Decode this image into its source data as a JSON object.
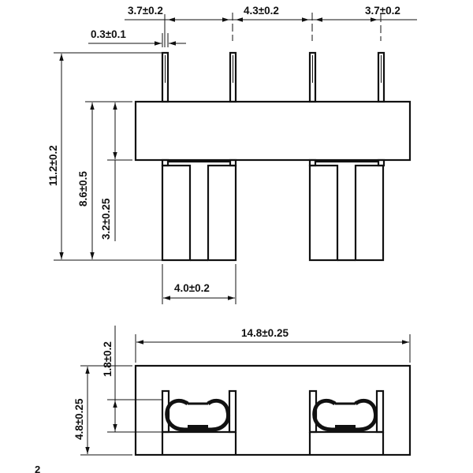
{
  "figure_label": "2",
  "top_view": {
    "dimensions": {
      "pitch_left": "3.7±0.2",
      "pitch_middle": "4.3±0.2",
      "pitch_right": "3.7±0.2",
      "pin_width": "0.3±0.1",
      "total_height": "11.2±0.2",
      "body_plus_leg_height": "8.6±0.5",
      "body_height": "3.2±0.25",
      "leg_pair_width": "4.0±0.2"
    }
  },
  "end_view": {
    "dimensions": {
      "total_width": "14.8±0.25",
      "top_offset": "1.8±0.2",
      "total_height": "4.8±0.25"
    }
  }
}
